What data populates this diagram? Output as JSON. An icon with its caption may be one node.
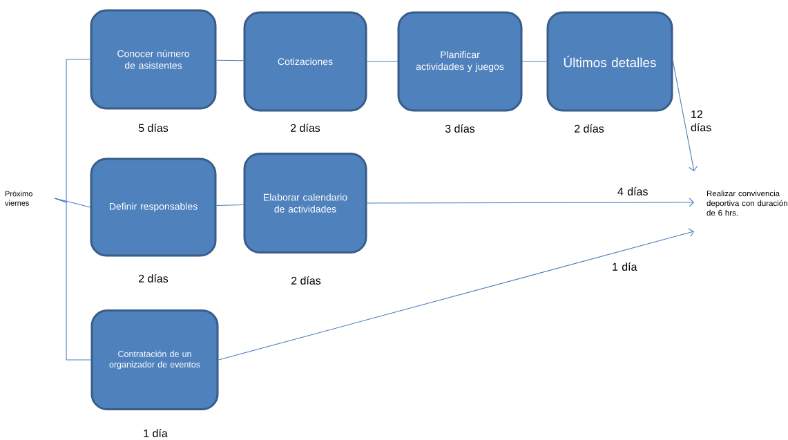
{
  "diagram": {
    "nodes": [
      {
        "text": [
          "Próximo viernes"
        ]
      },
      {
        "text": [
          "Conocer número de asistentes"
        ],
        "beside": [
          "5 días"
        ]
      },
      {
        "text": [
          "Cotizaciones"
        ],
        "beside": [
          "2 días"
        ]
      },
      {
        "text": [
          "Planificar actividades y juegos"
        ],
        "beside": [
          "3 días"
        ]
      },
      {
        "text": [
          "Últimos detalles"
        ],
        "beside": [
          "2 días"
        ]
      },
      {
        "text": [
          "Definir responsables"
        ],
        "beside": [
          "2 días"
        ]
      },
      {
        "text": [
          "Elaborar calendario de actividades"
        ],
        "beside": [
          "2 días"
        ]
      },
      {
        "text": [
          "Contratación de un organizador de eventos"
        ],
        "beside": [
          "1 día"
        ]
      },
      {
        "text": [
          "Realizar convivencia deportiva con duración de 6 hrs."
        ]
      }
    ],
    "edges": [
      {
        "from": 0,
        "to": 1,
        "arrow": "none"
      },
      {
        "from": 0,
        "to": 5,
        "arrow": "none"
      },
      {
        "from": 0,
        "to": 7,
        "arrow": "none"
      },
      {
        "from": 1,
        "to": 2,
        "arrow": "none"
      },
      {
        "from": 2,
        "to": 3,
        "arrow": "none"
      },
      {
        "from": 3,
        "to": 4,
        "arrow": "none"
      },
      {
        "from": 5,
        "to": 6,
        "arrow": "none"
      },
      {
        "from": 4,
        "to": 8,
        "arrow": "to",
        "label": "12 días"
      },
      {
        "from": 6,
        "to": 8,
        "arrow": "to",
        "label": "4 días"
      },
      {
        "from": 7,
        "to": 8,
        "arrow": "to",
        "label": "1 día"
      }
    ]
  }
}
